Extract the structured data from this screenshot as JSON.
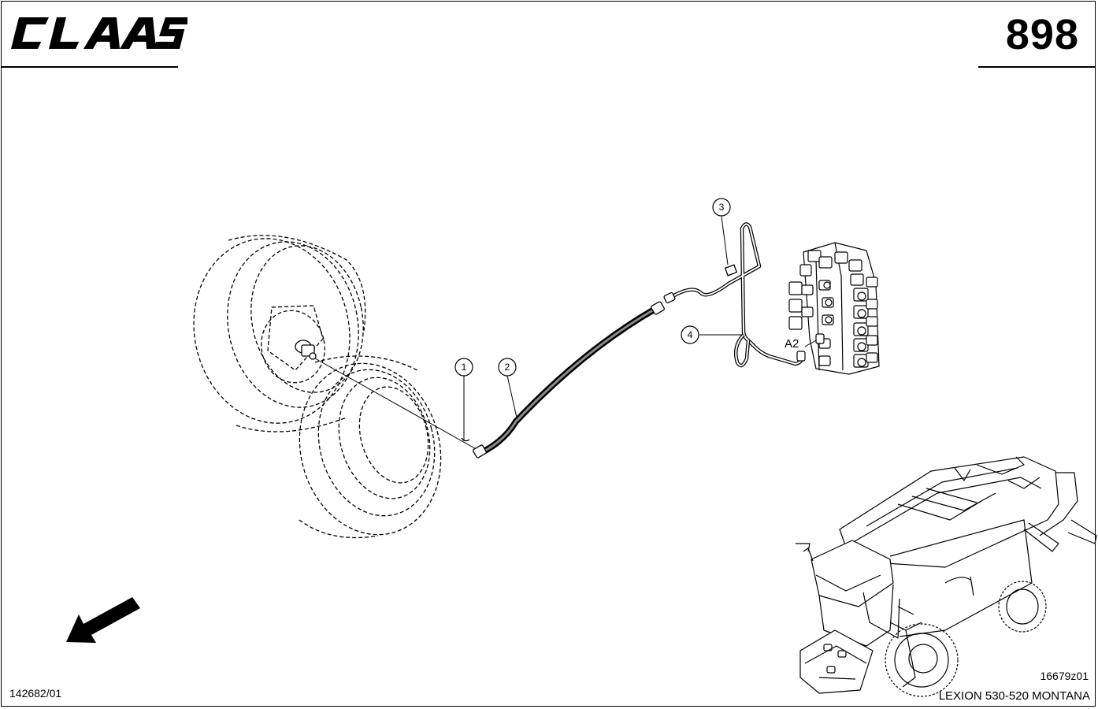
{
  "header": {
    "brand": "CLAAS",
    "page_number": "898"
  },
  "footer": {
    "document_code": "142682/01",
    "figure_code": "16679z01",
    "model": "LEXION 530-520 MONTANA"
  },
  "callouts": [
    {
      "number": "1"
    },
    {
      "number": "2"
    },
    {
      "number": "3"
    },
    {
      "number": "4"
    }
  ],
  "labels": {
    "port": "A2"
  },
  "colors": {
    "ink": "#000000",
    "paper": "#ffffff"
  },
  "icons": {
    "direction": "direction-arrow-icon",
    "logo": "claas-logo"
  }
}
